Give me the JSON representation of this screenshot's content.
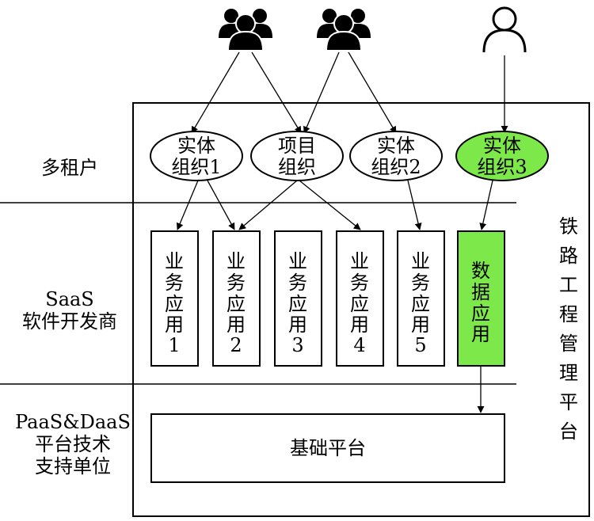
{
  "left_labels": {
    "tenant": "多租户",
    "saas_line1": "SaaS",
    "saas_line2": "软件开发商",
    "paas_line1": "PaaS&DaaS",
    "paas_line2": "平台技术",
    "paas_line3": "支持单位"
  },
  "orgs": [
    {
      "line1": "实体",
      "line2": "组织1",
      "highlight": false
    },
    {
      "line1": "项目",
      "line2": "组织",
      "highlight": false
    },
    {
      "line1": "实体",
      "line2": "组织2",
      "highlight": false
    },
    {
      "line1": "实体",
      "line2": "组织3",
      "highlight": true
    }
  ],
  "apps": [
    {
      "chars": [
        "业",
        "务",
        "应",
        "用",
        "1"
      ],
      "highlight": false
    },
    {
      "chars": [
        "业",
        "务",
        "应",
        "用",
        "2"
      ],
      "highlight": false
    },
    {
      "chars": [
        "业",
        "务",
        "应",
        "用",
        "3"
      ],
      "highlight": false
    },
    {
      "chars": [
        "业",
        "务",
        "应",
        "用",
        "4"
      ],
      "highlight": false
    },
    {
      "chars": [
        "业",
        "务",
        "应",
        "用",
        "5"
      ],
      "highlight": false
    },
    {
      "chars": [
        "数",
        "据",
        "应",
        "用"
      ],
      "highlight": true
    }
  ],
  "platform": "基础平台",
  "system_label": [
    "铁",
    "路",
    "工",
    "程",
    "管",
    "理",
    "平",
    "台"
  ],
  "icons": [
    "group-icon",
    "group-icon",
    "user-icon"
  ],
  "colors": {
    "highlight": "#7de849",
    "stroke": "#000000",
    "background": "#ffffff"
  }
}
